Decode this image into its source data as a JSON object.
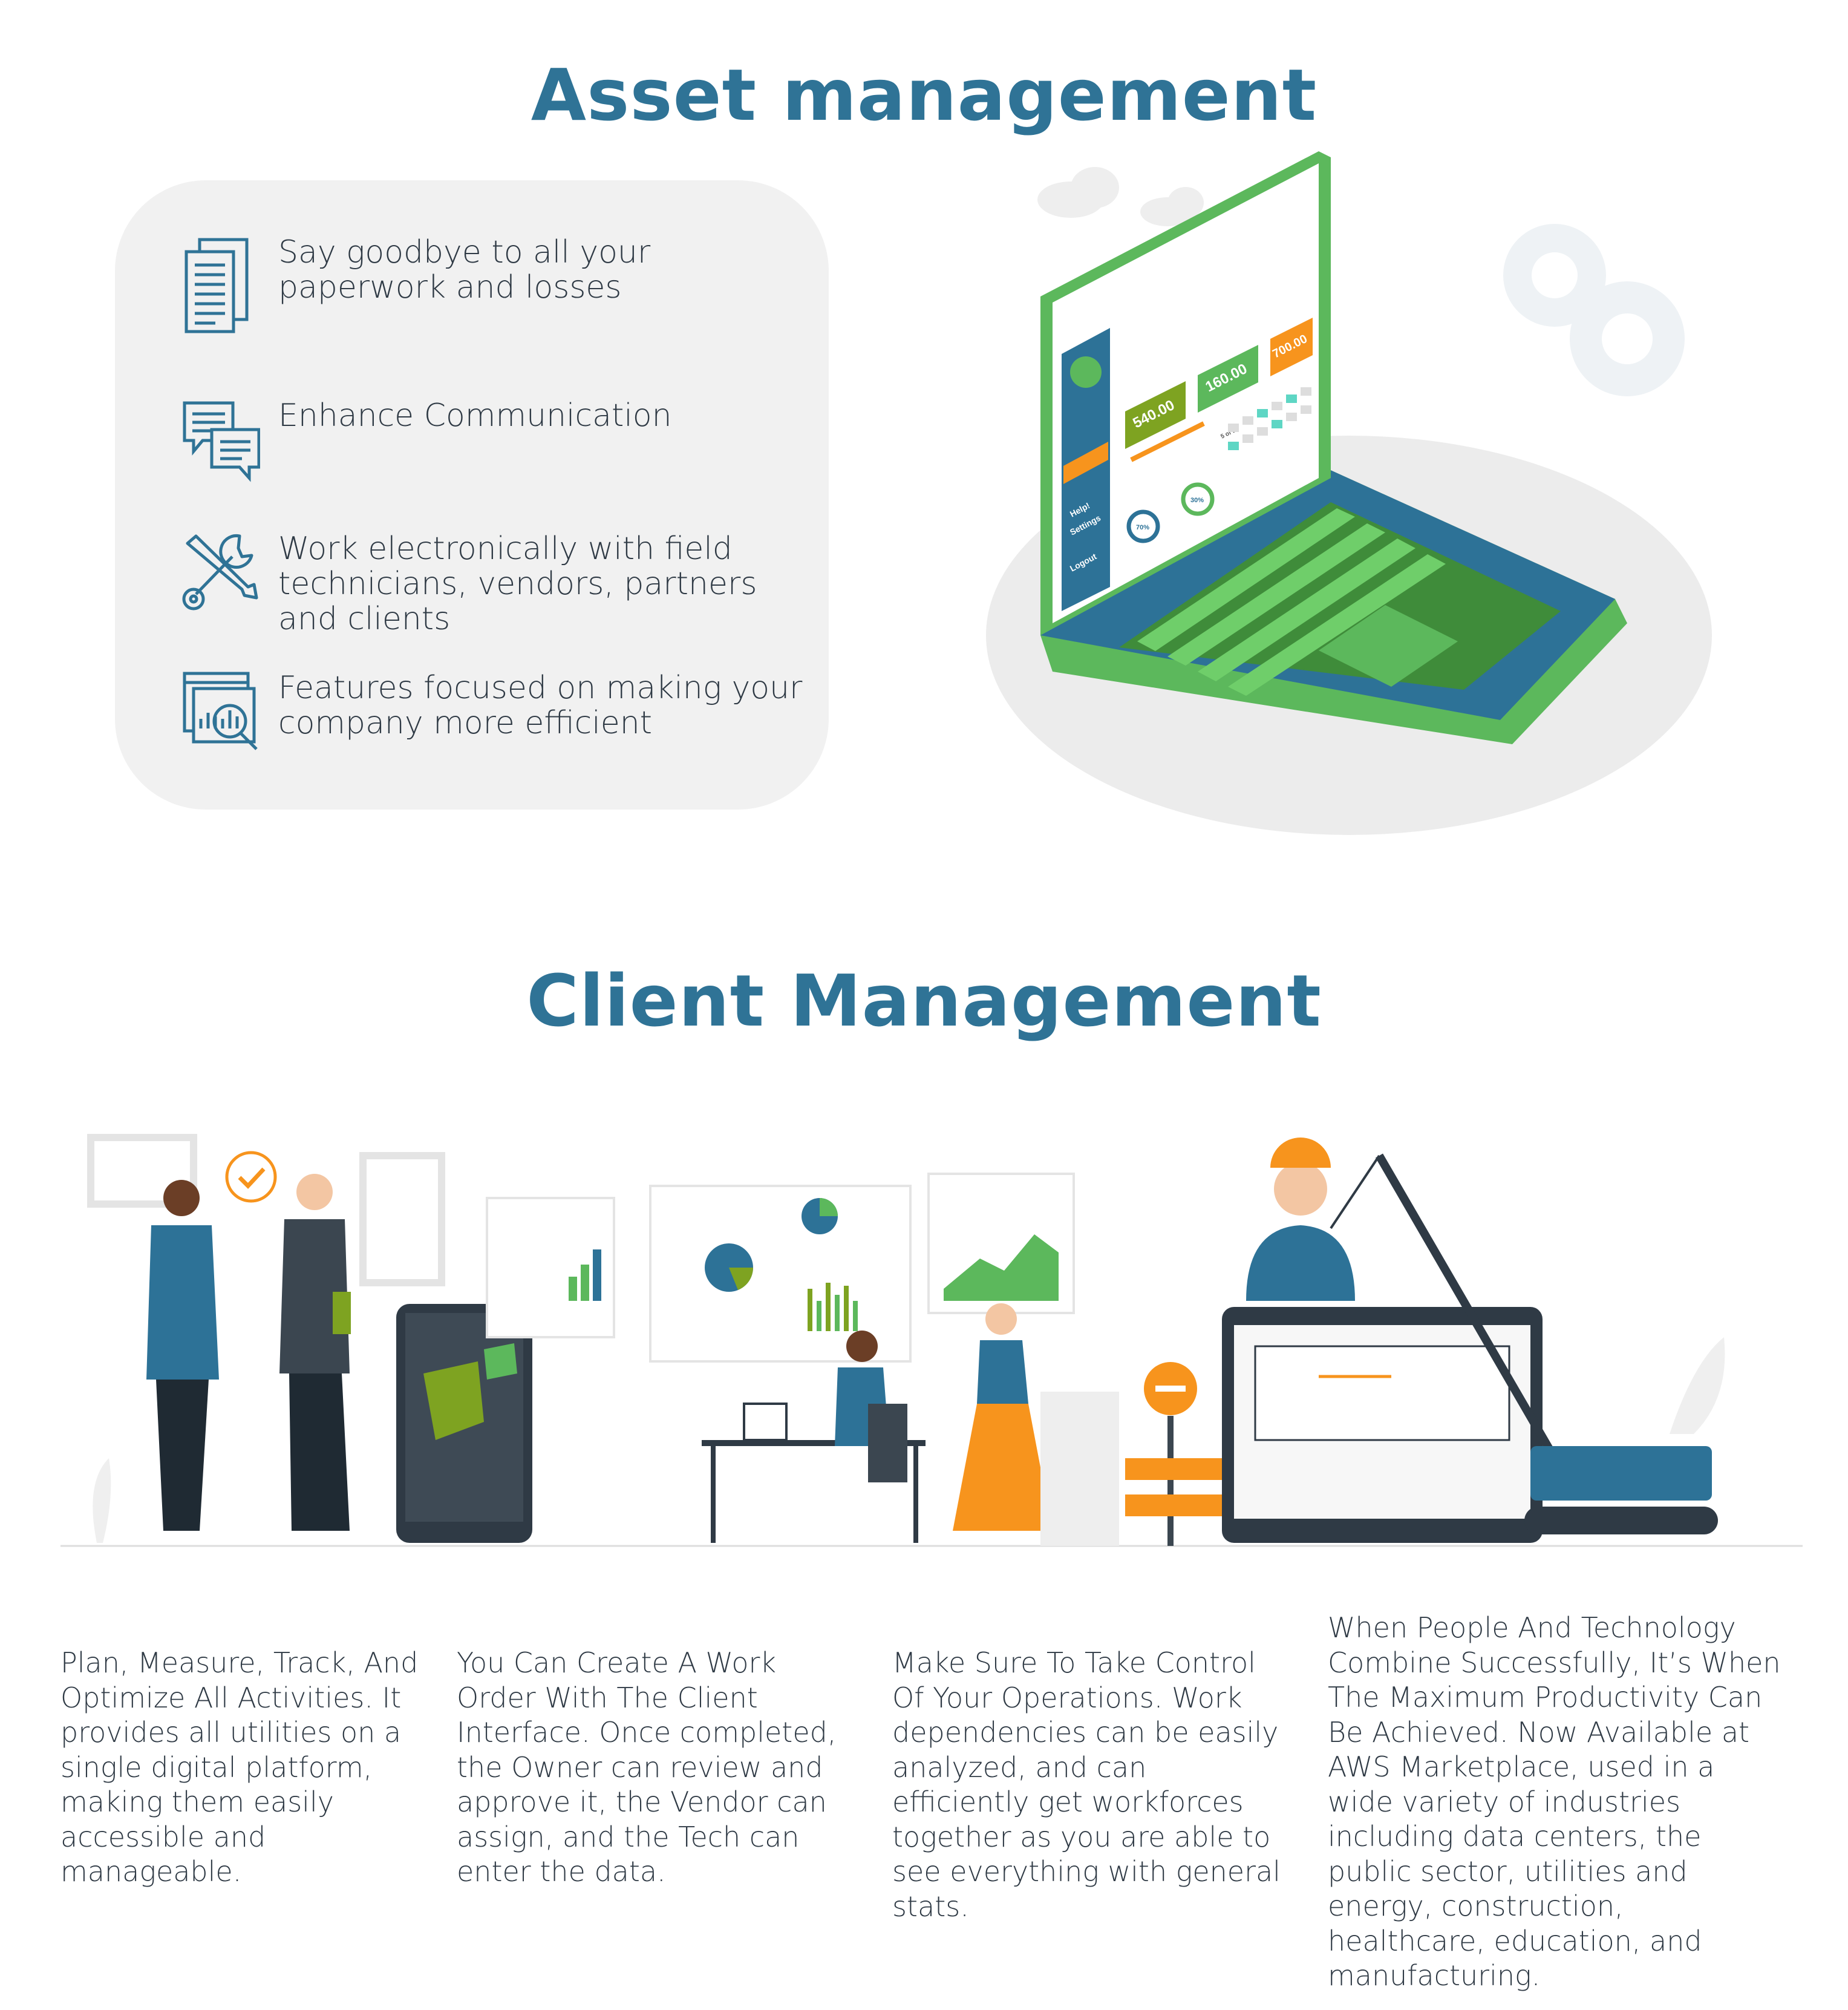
{
  "asset_section": {
    "title": "Asset management",
    "features": [
      {
        "icon": "document-icon",
        "text": "Say goodbye to all your paperwork and losses"
      },
      {
        "icon": "chat-bubbles-icon",
        "text": "Enhance Communication"
      },
      {
        "icon": "tools-icon",
        "text": "Work electronically with field technicians, vendors, partners and clients"
      },
      {
        "icon": "analytics-magnifier-icon",
        "text": "Features focused on making your company more efficient"
      }
    ],
    "dashboard": {
      "values": [
        "540.00",
        "160.00",
        "700.00"
      ],
      "menu": [
        "Help!",
        "Settings",
        "Logout"
      ],
      "gauges": [
        "70%",
        "30%"
      ],
      "pager": "5 of 10"
    }
  },
  "client_section": {
    "title": "Client Management",
    "columns": [
      {
        "text": "Plan, Measure, Track, And Optimize All Activities. It provides all utilities on a single digital platform, making them easily accessible and manageable."
      },
      {
        "text": "You Can Create A Work Order With The Client Interface. Once completed, the Owner can review and approve it, the Vendor can assign, and the Tech can enter the data."
      },
      {
        "text": "Make Sure To Take Control Of Your Operations. Work dependencies can be easily analyzed, and can efficiently get workforces together as you are able to see everything with general stats."
      },
      {
        "text": "When People And Technology Combine Successfully, It’s When The Maximum Productivity Can Be Achieved. Now Available at AWS Marketplace, used in a wide variety of industries including data centers, the public sector, utilities and energy, construction, healthcare, education, and manufacturing."
      }
    ]
  },
  "colors": {
    "brand_blue": "#2f7396",
    "green": "#5cb85c",
    "olive": "#7ea321",
    "orange": "#f7941d",
    "panel_bg": "#f1f1f1"
  }
}
